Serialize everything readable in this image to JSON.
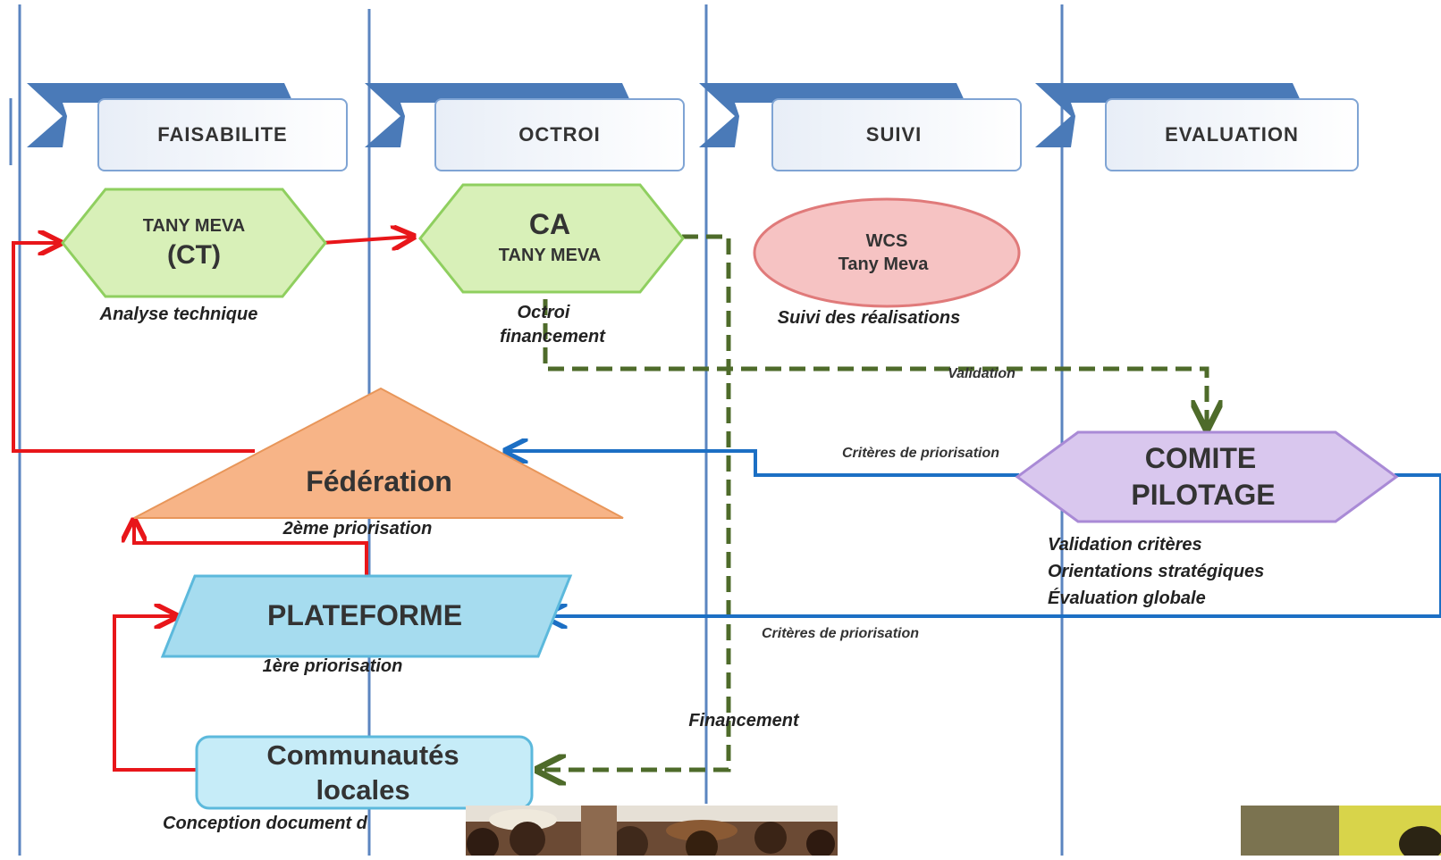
{
  "lanes": [
    {
      "id": "faisabilite",
      "label": "FAISABILITE"
    },
    {
      "id": "octroi",
      "label": "OCTROI"
    },
    {
      "id": "suivi",
      "label": "SUIVI"
    },
    {
      "id": "evaluation",
      "label": "EVALUATION"
    }
  ],
  "nodes": {
    "ct": {
      "line1": "TANY MEVA",
      "line2": "(CT)",
      "caption": "Analyse technique"
    },
    "ca": {
      "line1": "CA",
      "line2": "TANY MEVA",
      "caption1": "Octroi",
      "caption2": "financement"
    },
    "wcs": {
      "line1": "WCS",
      "line2": "Tany Meva",
      "caption": "Suivi des réalisations"
    },
    "federation": {
      "label": "Fédération",
      "caption": "2ème priorisation"
    },
    "plateforme": {
      "label": "PLATEFORME",
      "caption": "1ère priorisation"
    },
    "communautes": {
      "line1": "Communautés",
      "line2": "locales",
      "caption": "Conception document d"
    },
    "comite": {
      "line1": "COMITE",
      "line2": "PILOTAGE",
      "caption1": "Validation critères",
      "caption2": "Orientations stratégiques",
      "caption3": "Évaluation globale"
    }
  },
  "edge_labels": {
    "validation": "Validation",
    "criteres_top": "Critères de priorisation",
    "criteres_bottom": "Critères de priorisation",
    "financement": "Financement"
  },
  "colors": {
    "lane_line": "#5b85c0",
    "chevron": "#4a7ab8",
    "red_arrow": "#e8161a",
    "blue_arrow": "#1c6fc4",
    "green_dashed": "#4e6b2a",
    "hex_green": "#d8f0b8",
    "oval_red": "#f6c3c3",
    "triangle_orange": "#f7b487",
    "para_blue": "#a6dcef",
    "box_cyan": "#c6ecf8",
    "hex_purple": "#d9c7ee"
  }
}
